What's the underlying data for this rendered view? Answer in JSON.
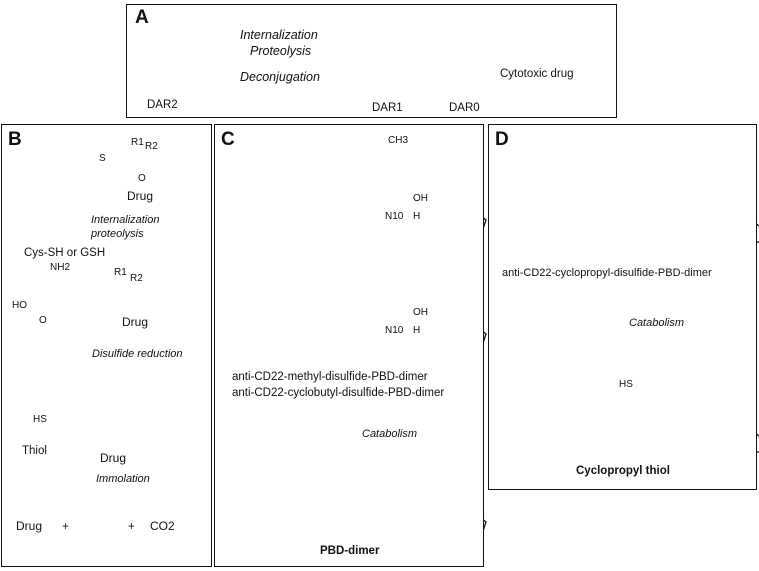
{
  "panels": {
    "a": {
      "label": "A",
      "arrow_top": [
        "Internalization",
        "Proteolysis"
      ],
      "arrow_bottom": "Deconjugation",
      "states": [
        "DAR2",
        "DAR1",
        "DAR0"
      ],
      "drug_label": "Cytotoxic drug"
    },
    "b": {
      "label": "B",
      "drug": "Drug",
      "step1": [
        "Internalization",
        "proteolysis"
      ],
      "reagent": "Cys-SH or GSH",
      "nh2": "NH2",
      "ho": "HO",
      "o": "O",
      "s": "S",
      "r1": "R1",
      "r2": "R2",
      "step2": "Disulfide reduction",
      "hs": "HS",
      "thiol": "Thiol",
      "step3": "Immolation",
      "plus": "+",
      "co2": "CO2"
    },
    "c": {
      "label": "C",
      "ch3": "CH3",
      "n10": "N10",
      "oh": "OH",
      "h": "H",
      "names": [
        "anti-CD22-methyl-disulfide-PBD-dimer",
        "anti-CD22-cyclobutyl-disulfide-PBD-dimer"
      ],
      "step": "Catabolism",
      "product": "PBD-dimer"
    },
    "d": {
      "label": "D",
      "name": "anti-CD22-cyclopropyl-disulfide-PBD-dimer",
      "step": "Catabolism",
      "hs": "HS",
      "product": "Cyclopropyl thiol"
    }
  },
  "colors": {
    "antibody_fill": "#c8dde4",
    "antibody_stroke": "#6c8c96",
    "drug": "#e02020",
    "line": "#111111"
  }
}
